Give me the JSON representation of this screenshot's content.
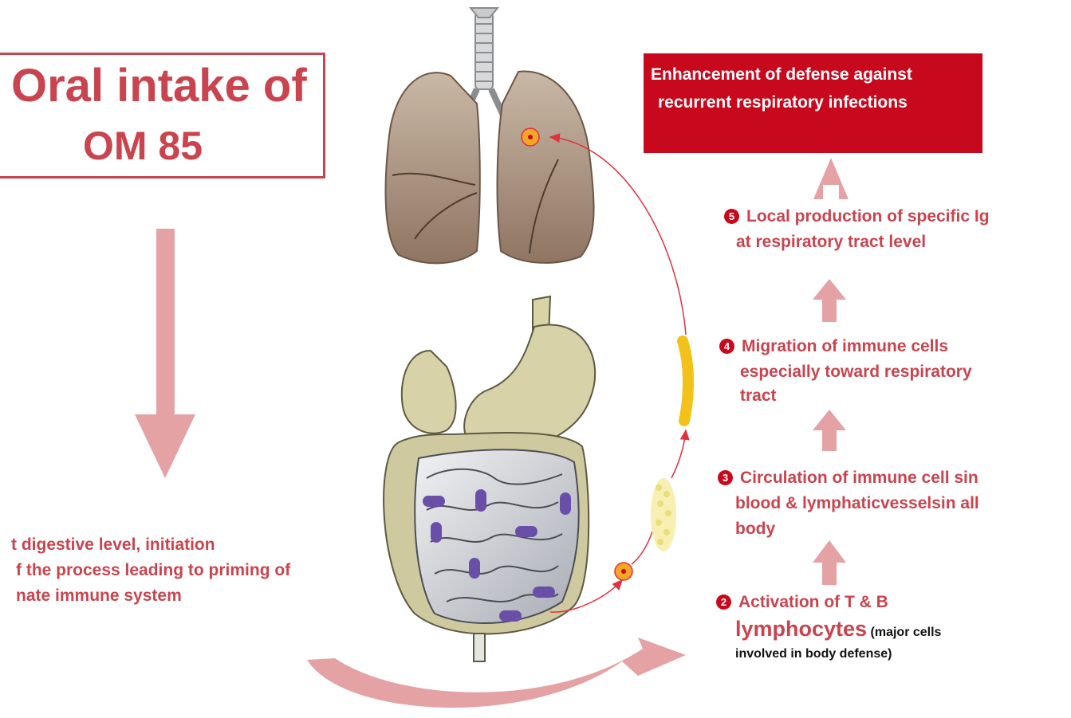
{
  "title": {
    "line1": "Oral intake of",
    "line2": "OM 85"
  },
  "outcome": {
    "line1": "Enhancement  of defense against",
    "line2": "recurrent respiratory infections"
  },
  "digestive": {
    "line1": "t digestive level, initiation",
    "line2": "f the process leading to priming of",
    "line3": "nate immune system"
  },
  "steps": [
    {
      "number": "2",
      "lines": [
        "Activation of T & B"
      ],
      "emphasis": "lymphocytes",
      "note_line1": "(major cells",
      "note_line2": "involved in body defense)"
    },
    {
      "number": "3",
      "lines": [
        "Circulation of immune cell sin",
        "blood & lymphaticvesselsin all",
        "body"
      ]
    },
    {
      "number": "4",
      "lines": [
        "Migration of immune cells",
        "especially toward  respiratory",
        "tract"
      ]
    },
    {
      "number": "5",
      "lines": [
        "Local production of specific Ig",
        "at respiratory tract level"
      ]
    }
  ],
  "colors": {
    "accent_red": "#c9444e",
    "outcome_red": "#c8081c",
    "arrow_pink": "#e5a2a4",
    "lymph_yellow": "#f3c21a",
    "cell_orange": "#f5a623",
    "intestine_purple": "#6a4fa8"
  },
  "icons": [
    "lungs-illustration",
    "digestive-system-illustration",
    "lymphocyte-cell-icon",
    "lymph-vessel-icon"
  ]
}
